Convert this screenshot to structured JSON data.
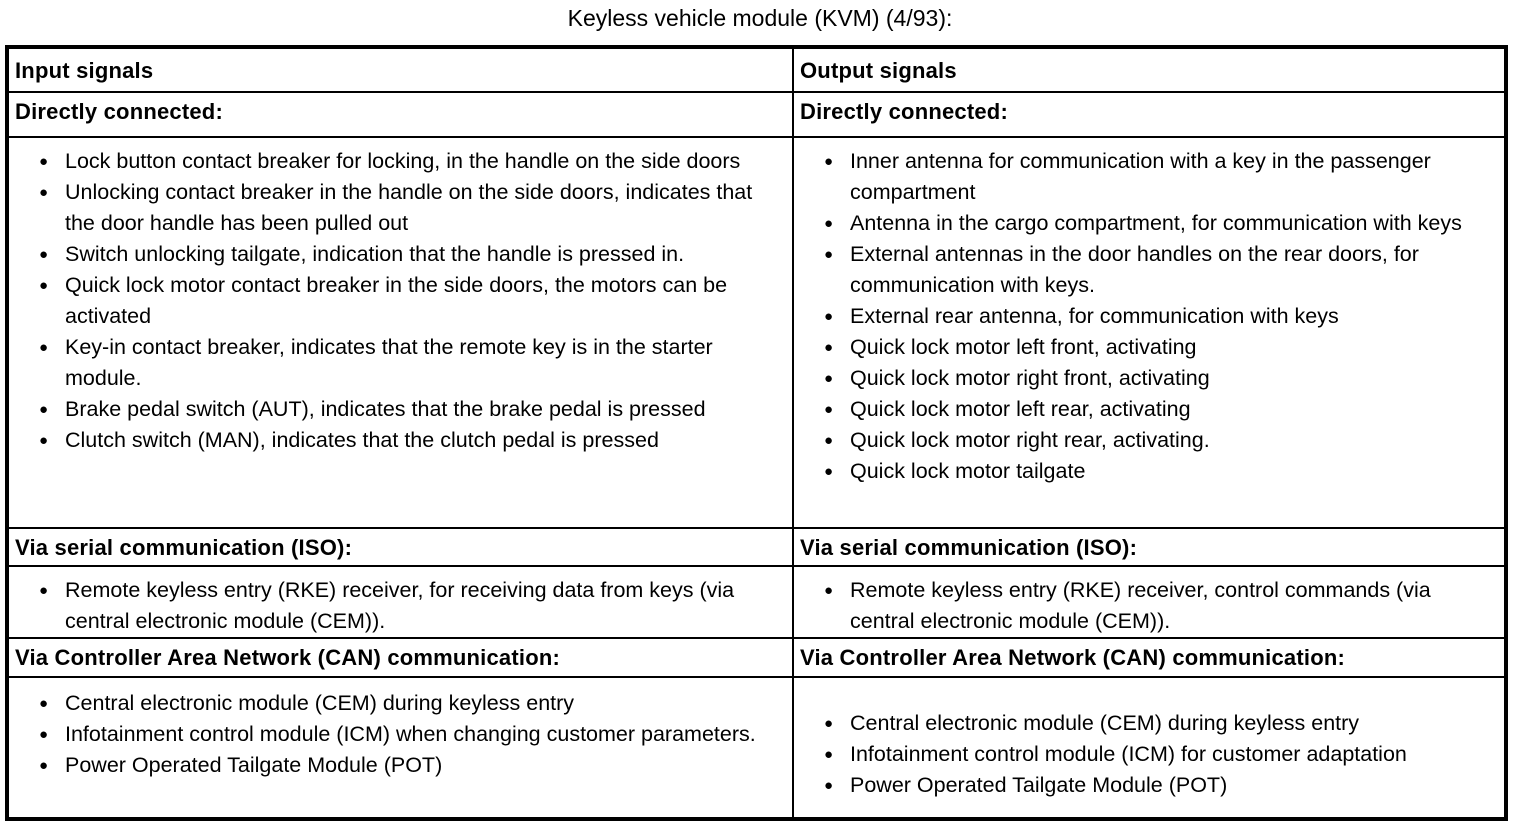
{
  "title": "Keyless vehicle module (KVM) (4/93):",
  "colors": {
    "text": "#000000",
    "background": "#ffffff",
    "border": "#000000"
  },
  "bullet_glyph": "●",
  "table": {
    "columns": [
      {
        "header": "Input signals",
        "sections": [
          {
            "heading": "Directly connected:",
            "items": [
              "Lock button contact breaker for locking, in the handle on the side doors",
              "Unlocking contact breaker in the handle on the side doors, indicates that the door handle has been pulled out",
              "Switch unlocking tailgate, indication that the handle is pressed in.",
              "Quick lock motor contact breaker in the side doors, the motors can be activated",
              "Key-in contact breaker, indicates that the remote key is in the starter module.",
              "Brake pedal switch (AUT), indicates that the brake pedal is pressed",
              "Clutch switch (MAN), indicates that the clutch pedal is pressed"
            ]
          },
          {
            "heading": "Via serial communication (ISO):",
            "items": [
              "Remote keyless entry (RKE) receiver, for receiving data from keys (via central electronic module (CEM))."
            ]
          },
          {
            "heading": "Via Controller Area Network (CAN) communication:",
            "items": [
              "Central electronic module (CEM) during keyless entry",
              "Infotainment control module (ICM) when changing customer parameters.",
              "Power Operated Tailgate Module (POT)"
            ]
          }
        ]
      },
      {
        "header": "Output signals",
        "sections": [
          {
            "heading": "Directly connected:",
            "items": [
              "Inner antenna for communication with a key in the passenger compartment",
              "Antenna in the cargo compartment, for communication with keys",
              "External antennas in the door handles on the rear doors, for communication with keys.",
              "External rear antenna, for communication with keys",
              "Quick lock motor left front, activating",
              "Quick lock motor right front, activating",
              "Quick lock motor left rear, activating",
              "Quick lock motor right rear, activating.",
              "Quick lock motor tailgate"
            ]
          },
          {
            "heading": "Via serial communication (ISO):",
            "items": [
              "Remote keyless entry (RKE) receiver, control commands (via central electronic module (CEM))."
            ]
          },
          {
            "heading": "Via Controller Area Network (CAN) communication:",
            "items": [
              "Central electronic module (CEM) during keyless entry",
              "Infotainment control module (ICM) for customer adaptation",
              "Power Operated Tailgate Module (POT)"
            ]
          }
        ]
      }
    ]
  }
}
